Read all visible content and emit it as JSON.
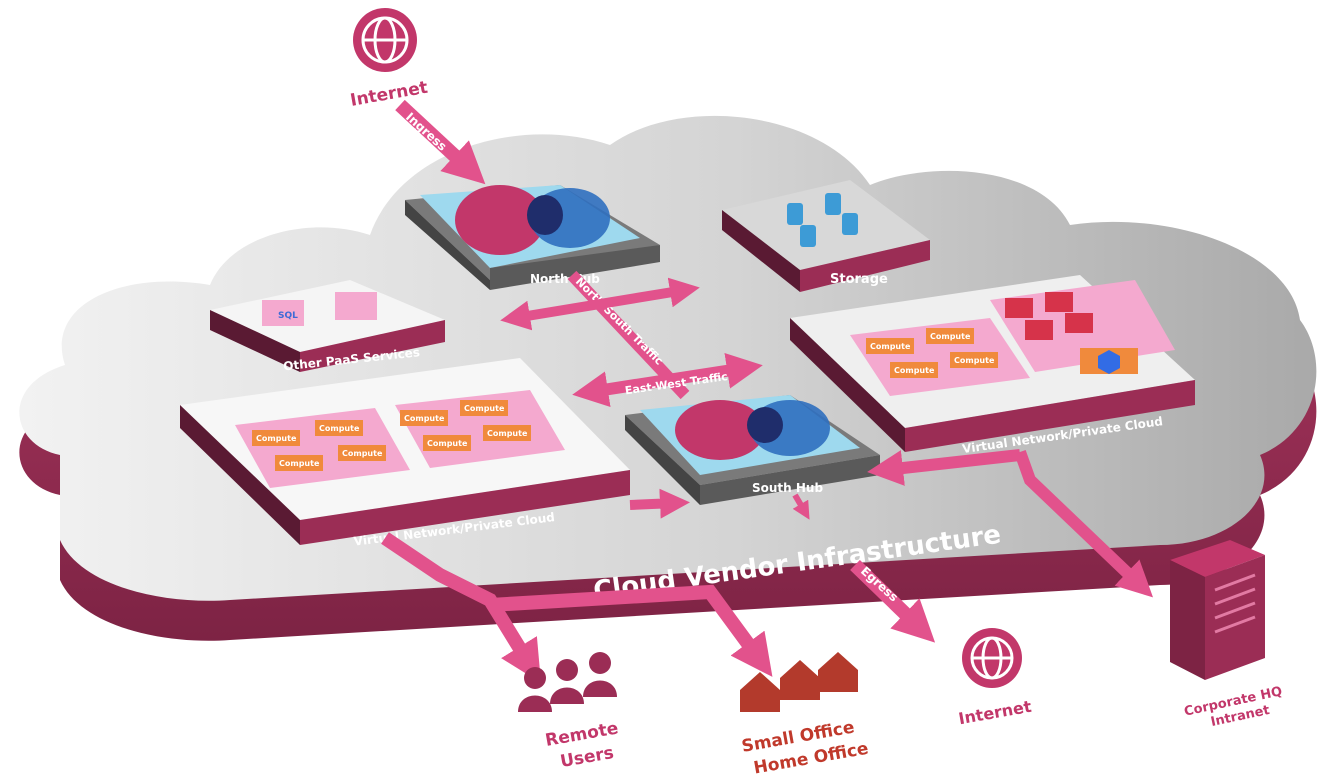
{
  "diagram": {
    "title": "Cloud Vendor Infrastructure",
    "internet_top": "Internet",
    "ingress": "Ingress",
    "north_hub": "North Hub",
    "south_hub": "South Hub",
    "storage": "Storage",
    "other_paas": "Other PaaS Services",
    "sql": "SQL",
    "north_south": "North-South Traffic",
    "east_west": "East-West Traffic",
    "vnet_left": "Virtual Network/Private Cloud",
    "vnet_right": "Virtual Network/Private Cloud",
    "compute": "Compute",
    "egress": "Egress",
    "internet_bottom": "Internet",
    "remote_users_1": "Remote",
    "remote_users_2": "Users",
    "soho_1": "Small Office",
    "soho_2": "Home Office",
    "corp_1": "Corporate HQ",
    "corp_2": "Intranet"
  },
  "colors": {
    "accent": "#c2376a",
    "arrow": "#e2528c",
    "cloud_side": "#9b2d55",
    "cloud_top": "#c9c9c9",
    "compute": "#f08a3c",
    "storage": "#3d9bd6",
    "house": "#b33a2c"
  }
}
